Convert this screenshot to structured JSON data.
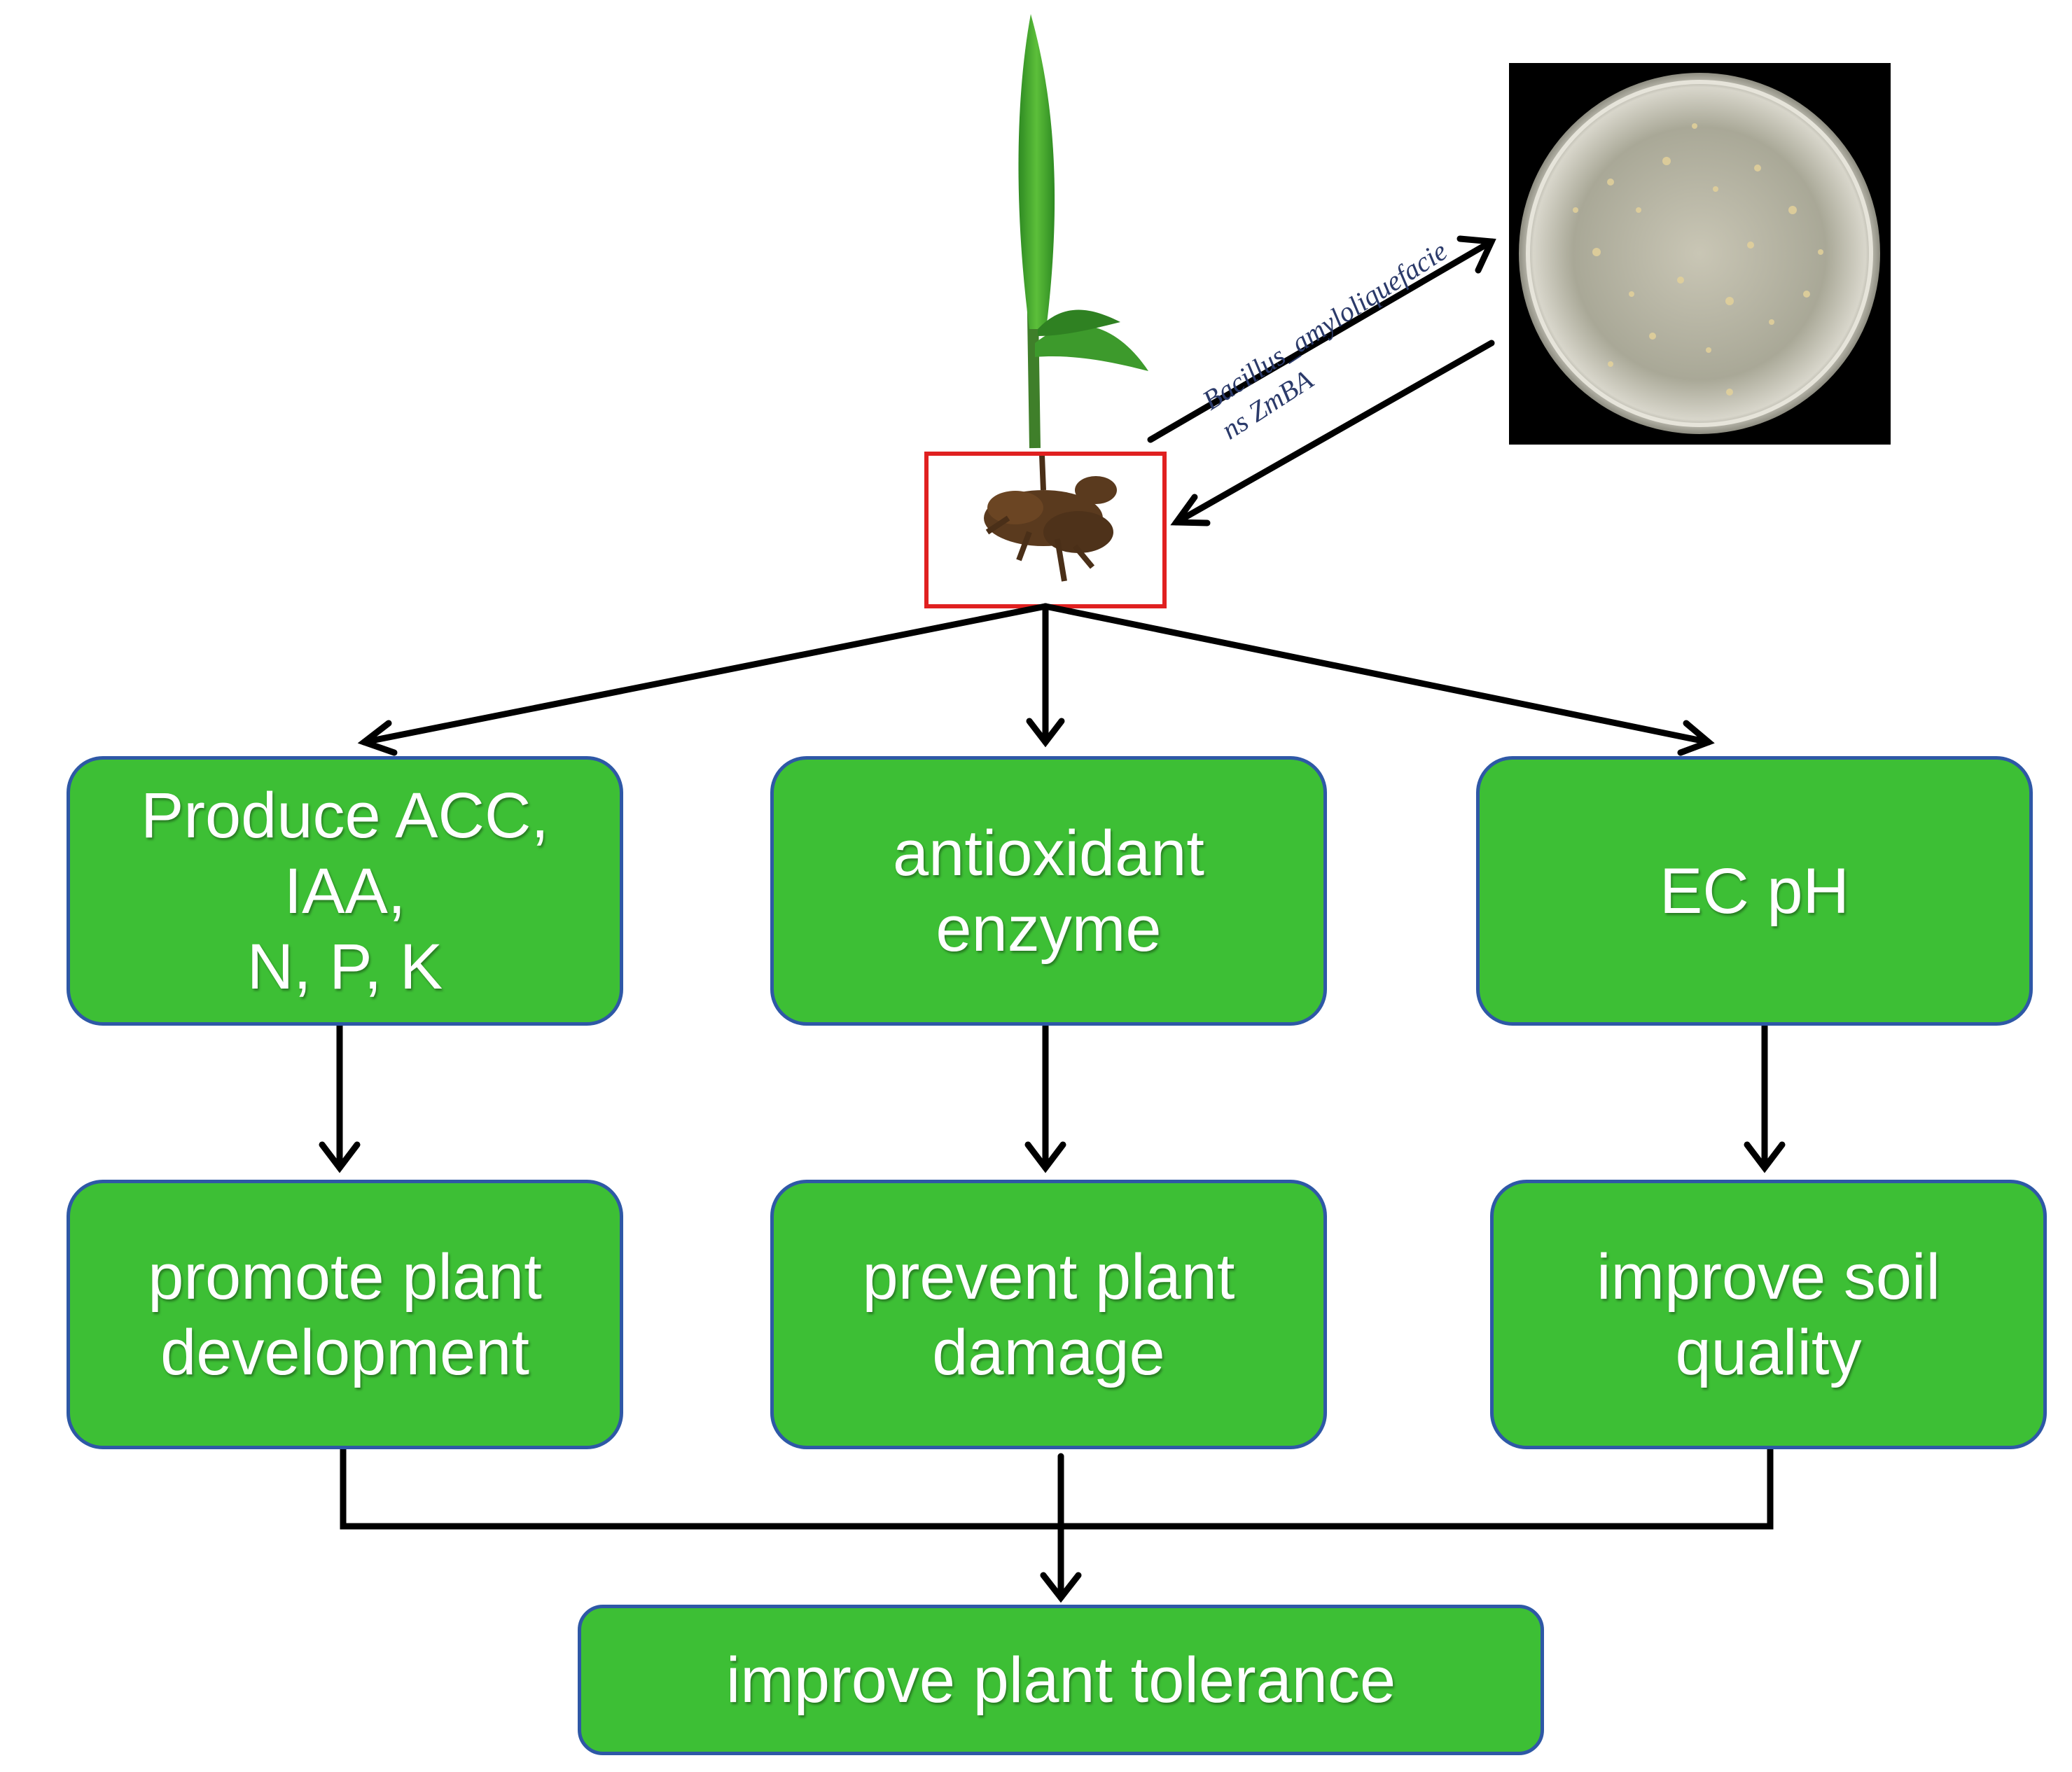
{
  "diagram": {
    "top_row": [
      {
        "id": "produce",
        "label": "Produce ACC,\nIAA,\nN, P, K"
      },
      {
        "id": "antioxidant",
        "label": "antioxidant\nenzyme"
      },
      {
        "id": "ecph",
        "label": "EC  pH"
      }
    ],
    "mid_row": [
      {
        "id": "promote",
        "label": "promote plant\ndevelopment"
      },
      {
        "id": "prevent",
        "label": "prevent plant\ndamage"
      },
      {
        "id": "soil",
        "label": "improve soil\nquality"
      }
    ],
    "bottom": {
      "id": "tolerance",
      "label": "improve plant tolerance"
    },
    "species_label": "Bacillus_amyloliquefacie\nns ZmBA"
  },
  "colors": {
    "box_fill": "#3dbf35",
    "box_border": "#2e58a6",
    "arrow": "#000000",
    "root_frame": "#e02020",
    "plant_green": "#3a9a2a",
    "soil_brown": "#5a3a1e",
    "petri_background": "#000000"
  },
  "icons": [
    "seedling-illustration",
    "soil-root-clump",
    "petri-dish-photo"
  ]
}
